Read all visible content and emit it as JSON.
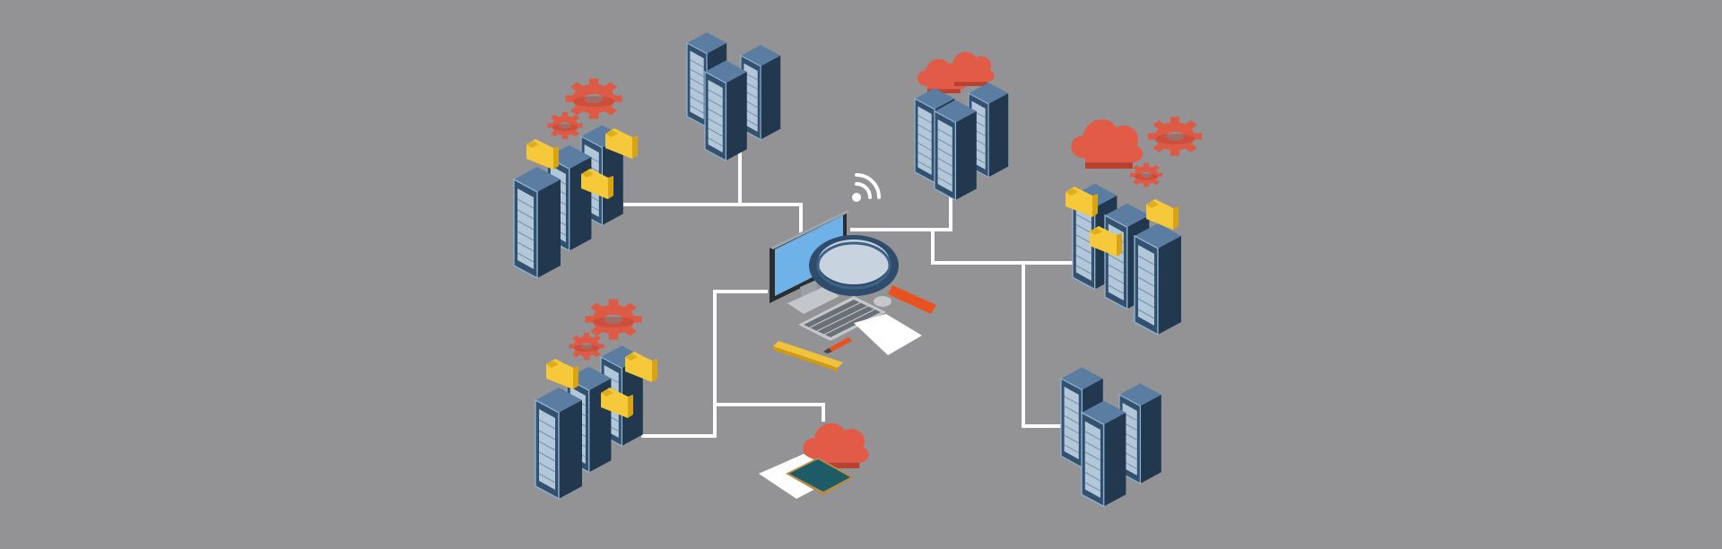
{
  "background_color": "#939396",
  "palette": {
    "line": "#ffffff",
    "server_front": "#33506e",
    "server_side": "#22384f",
    "server_top": "#5a7da1",
    "panel": "#c9dcec",
    "gear": "#dd5a45",
    "cloud": "#e15b46",
    "folder": "#f5c93a",
    "screen": "#6fb2e8",
    "magnifier_handle": "#e8521f",
    "tablet": "#1d5b66"
  },
  "nodes": [
    {
      "id": "server-cluster-top-left",
      "icons": [
        "gear-icon",
        "folder-icon"
      ]
    },
    {
      "id": "server-cluster-top-center",
      "icons": []
    },
    {
      "id": "server-cluster-top-right",
      "icons": [
        "cloud-icon"
      ]
    },
    {
      "id": "server-cluster-right",
      "icons": [
        "cloud-icon",
        "gear-icon",
        "folder-icon"
      ]
    },
    {
      "id": "server-cluster-bottom-left",
      "icons": [
        "gear-icon",
        "folder-icon"
      ]
    },
    {
      "id": "server-cluster-bottom-right",
      "icons": []
    },
    {
      "id": "workstation",
      "icons": [
        "monitor-icon",
        "magnifier-icon",
        "wifi-icon",
        "keyboard-icon",
        "mouse-icon",
        "ruler-icon",
        "pen-icon",
        "paper-icon"
      ]
    },
    {
      "id": "tablet-device",
      "icons": [
        "tablet-icon",
        "cloud-icon",
        "paper-icon"
      ]
    }
  ]
}
